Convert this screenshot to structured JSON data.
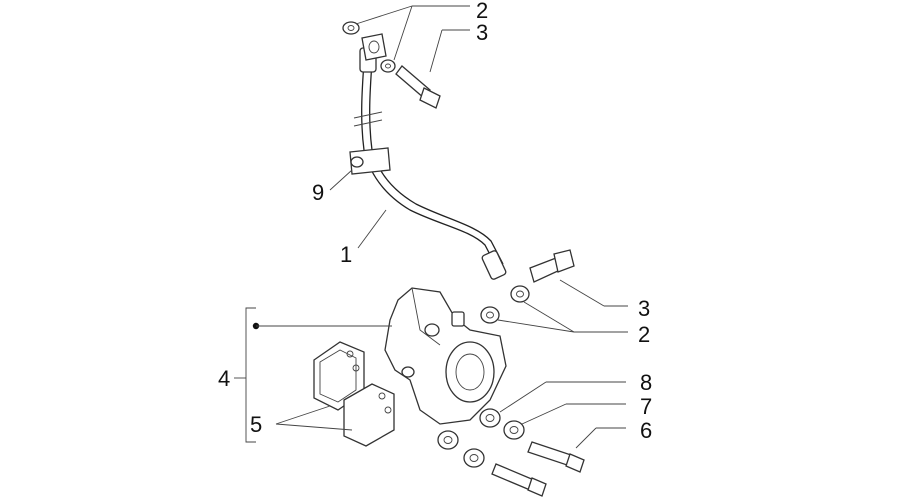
{
  "diagram": {
    "callouts": [
      {
        "id": "c2a",
        "text": "2"
      },
      {
        "id": "c3a",
        "text": "3"
      },
      {
        "id": "c9",
        "text": "9"
      },
      {
        "id": "c1",
        "text": "1"
      },
      {
        "id": "c3b",
        "text": "3"
      },
      {
        "id": "c2b",
        "text": "2"
      },
      {
        "id": "c4",
        "text": "4"
      },
      {
        "id": "c8",
        "text": "8"
      },
      {
        "id": "c7",
        "text": "7"
      },
      {
        "id": "c6",
        "text": "6"
      },
      {
        "id": "c5",
        "text": "5"
      }
    ],
    "colors": {
      "line": "#222222",
      "background": "#ffffff"
    }
  }
}
